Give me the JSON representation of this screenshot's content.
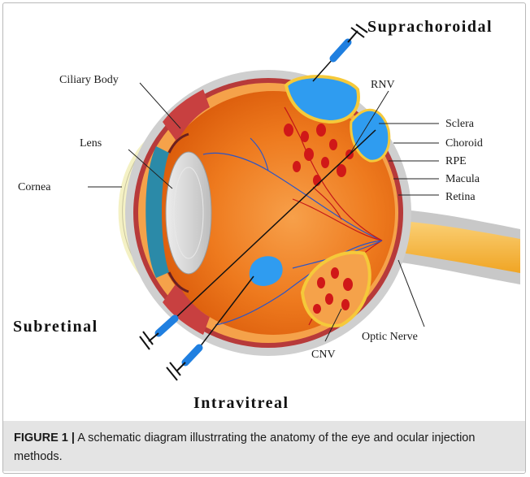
{
  "labels": {
    "suprachoroidal": "Suprachoroidal",
    "ciliary_body": "Ciliary Body",
    "rnv": "RNV",
    "sclera": "Sclera",
    "choroid": "Choroid",
    "rpe": "RPE",
    "macula": "Macula",
    "retina": "Retina",
    "lens": "Lens",
    "cornea": "Cornea",
    "subretinal": "Subretinal",
    "optic_nerve": "Optic Nerve",
    "cnv": "CNV",
    "intravitreal": "Intravitreal"
  },
  "caption": {
    "label": "FIGURE 1 |",
    "text": " A schematic diagram illustrrating the anatomy of the eye and ocular injection methods."
  },
  "colors": {
    "sclera": "#cfcfcf",
    "retina": "#f5a24a",
    "vitreous": "#ec6a14",
    "injection_blue": "#2f9cf0",
    "vessel_red": "#d01818",
    "optic_nerve": "#f7b733"
  }
}
